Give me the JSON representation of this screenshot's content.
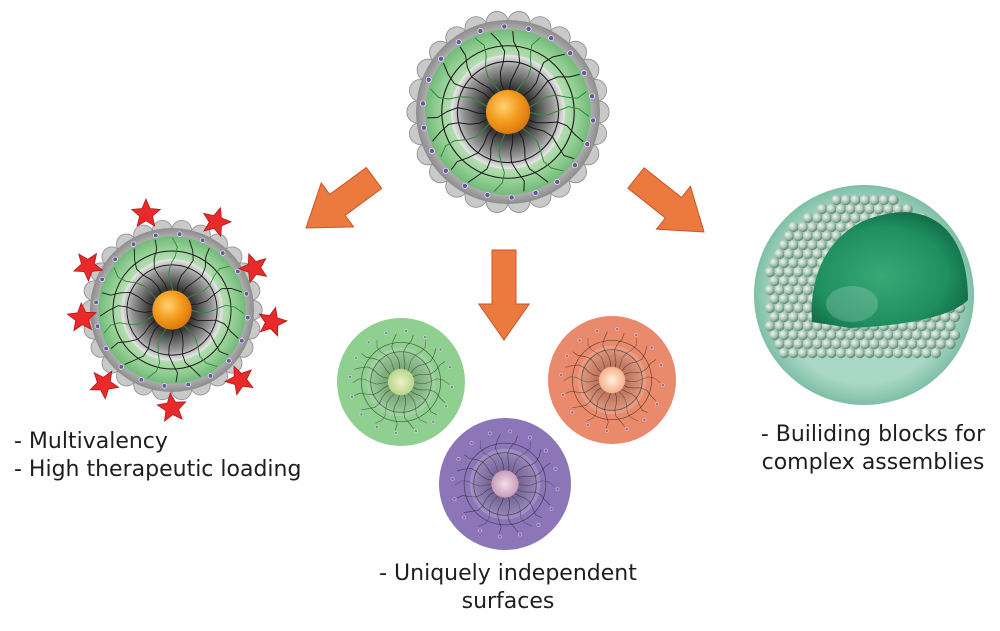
{
  "captions": {
    "left": [
      "- Multivalency",
      "- High therapeutic loading"
    ],
    "middle": [
      "- Uniquely independent",
      "surfaces"
    ],
    "right": [
      "- Builiding blocks for",
      "complex assemblies"
    ]
  },
  "colors": {
    "core_orange": "#f39a1e",
    "arrow_orange": "#ec7a3f",
    "corona_green": "#7cc47f",
    "corona_red": "#e5735a",
    "corona_purple": "#7d65aa",
    "assembly_shell": "#a8d7c6",
    "assembly_dome": "#1f8f5f",
    "star_red": "#e82a2a",
    "ligand_purple": "#6a56a3",
    "polymer_black": "#1a1a1a"
  },
  "icons": {
    "source_particle": "core-shell-nanoparticle-icon",
    "loaded_particle": "star-decorated-nanoparticle-icon",
    "colored_particles": "colored-nanoparticle-icon",
    "assembly": "spherical-assembly-icon",
    "arrow": "arrow-icon",
    "star": "red-star-icon"
  }
}
